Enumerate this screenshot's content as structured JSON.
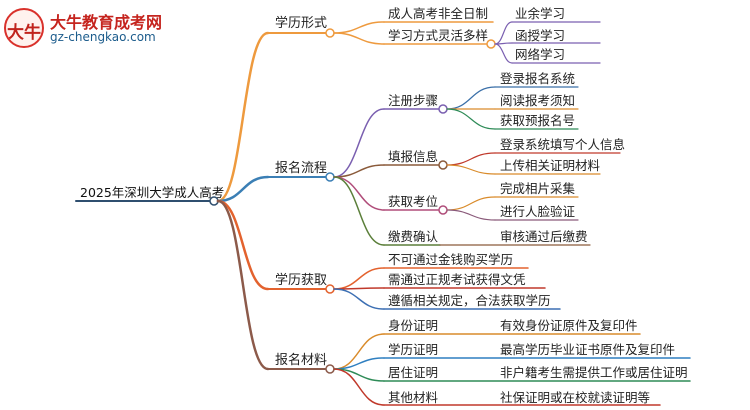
{
  "logo": {
    "mark": "大牛",
    "title": "大牛教育成考网",
    "url": "gz-chengkao.com"
  },
  "mindmap": {
    "root": "2025年深圳大学成人高考",
    "branches": [
      {
        "label": "学历形式",
        "color": "#ee9a3e",
        "children": [
          {
            "label": "成人高考非全日制",
            "children": []
          },
          {
            "label": "学习方式灵活多样",
            "children": [
              {
                "label": "业余学习"
              },
              {
                "label": "函授学习"
              },
              {
                "label": "网络学习"
              }
            ]
          }
        ]
      },
      {
        "label": "报名流程",
        "color": "#3b7fb5",
        "children": [
          {
            "label": "注册步骤",
            "children": [
              {
                "label": "登录报名系统"
              },
              {
                "label": "阅读报考须知"
              },
              {
                "label": "获取预报名号"
              }
            ]
          },
          {
            "label": "填报信息",
            "children": [
              {
                "label": "登录系统填写个人信息"
              },
              {
                "label": "上传相关证明材料"
              }
            ]
          },
          {
            "label": "获取考位",
            "children": [
              {
                "label": "完成相片采集"
              },
              {
                "label": "进行人脸验证"
              }
            ]
          },
          {
            "label": "缴费确认",
            "children": [
              {
                "label": "审核通过后缴费"
              }
            ]
          }
        ]
      },
      {
        "label": "学历获取",
        "color": "#e3622e",
        "children": [
          {
            "label": "不可通过金钱购买学历",
            "children": []
          },
          {
            "label": "需通过正规考试获得文凭",
            "children": []
          },
          {
            "label": "遵循相关规定，合法获取学历",
            "children": []
          }
        ]
      },
      {
        "label": "报名材料",
        "color": "#8c5a4a",
        "children": [
          {
            "label": "身份证明",
            "children": [
              {
                "label": "有效身份证原件及复印件"
              }
            ]
          },
          {
            "label": "学历证明",
            "children": [
              {
                "label": "最高学历毕业证书原件及复印件"
              }
            ]
          },
          {
            "label": "居住证明",
            "children": [
              {
                "label": "非户籍考生需提供工作或居住证明"
              }
            ]
          },
          {
            "label": "其他材料",
            "children": [
              {
                "label": "社保证明或在校就读证明等"
              }
            ]
          }
        ]
      }
    ]
  }
}
